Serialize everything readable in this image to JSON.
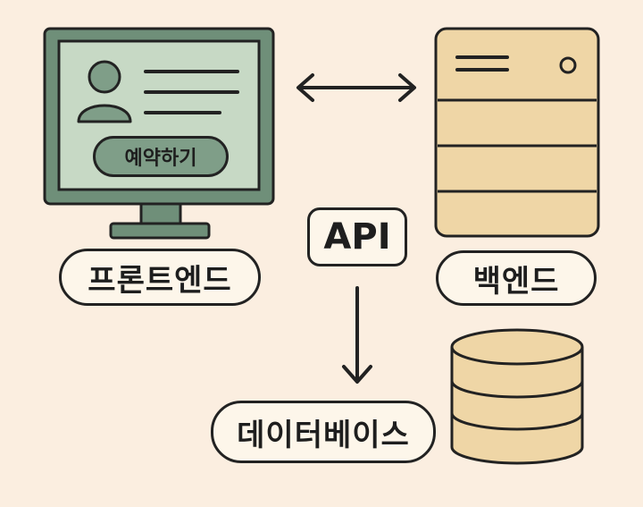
{
  "frontend": {
    "label": "프론트엔드",
    "button_label": "예약하기",
    "screen_color": "#c7d9c5",
    "frame_color": "#6f8f79"
  },
  "backend": {
    "label": "백엔드",
    "server_color": "#efd6a6"
  },
  "api": {
    "label": "API"
  },
  "database": {
    "label": "데이터베이스",
    "color": "#efd6a6"
  },
  "colors": {
    "background": "#fbeee0",
    "outline": "#222222",
    "pill_fill": "#fdf6ea"
  }
}
